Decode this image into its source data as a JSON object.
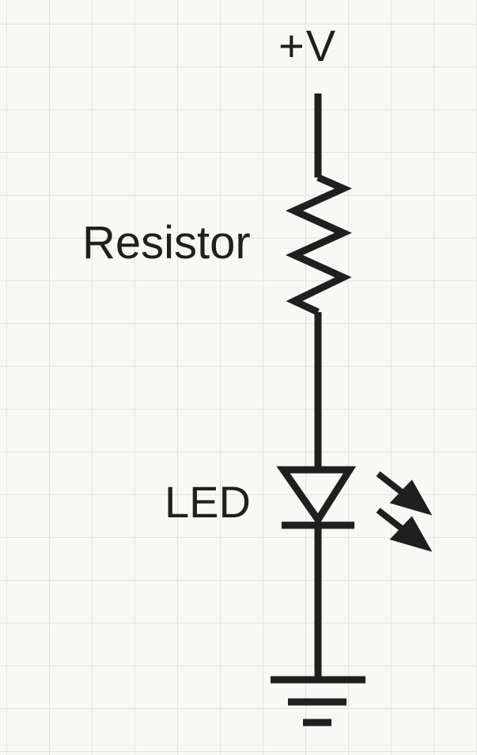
{
  "diagram": {
    "supply_label": "+V",
    "resistor_label": "Resistor",
    "led_label": "LED"
  },
  "colors": {
    "ink": "#1f1f1f",
    "background": "#f8f8f5",
    "grid": "#e3e3e0"
  },
  "icons": {
    "resistor": "resistor-zigzag-icon",
    "led": "led-diode-icon",
    "ground": "ground-symbol-icon",
    "light_emission": "light-arrows-icon"
  }
}
